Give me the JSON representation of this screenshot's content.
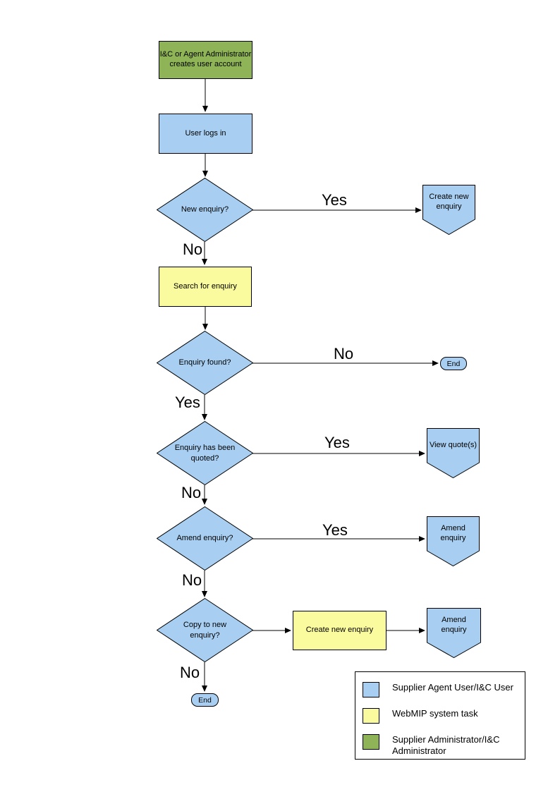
{
  "colors": {
    "user_blue": "#a8cff2",
    "system_yellow": "#fafa9e",
    "admin_green": "#8eb457",
    "outline": "#000000",
    "background": "#ffffff"
  },
  "nodes": {
    "admin_create": "I&C or Agent Administrator creates user account",
    "login": "User logs in",
    "q_new_enquiry": "New enquiry?",
    "create_new_enquiry_pentagon": "Create new enquiry",
    "search_enquiry": "Search for enquiry",
    "q_enquiry_found": "Enquiry found?",
    "end_right": "End",
    "q_quoted": "Enquiry has been quoted?",
    "view_quotes": "View quote(s)",
    "q_amend": "Amend enquiry?",
    "amend_enquiry_1": "Amend enquiry",
    "q_copy": "Copy to new enquiry?",
    "create_new_enquiry_box": "Create new enquiry",
    "amend_enquiry_2": "Amend enquiry",
    "end_bottom": "End"
  },
  "edge_labels": {
    "yes_new_enquiry": "Yes",
    "no_new_enquiry": "No",
    "no_enquiry_found": "No",
    "yes_enquiry_found": "Yes",
    "yes_quoted": "Yes",
    "no_quoted": "No",
    "yes_amend": "Yes",
    "no_amend": "No",
    "no_copy": "No"
  },
  "legend": {
    "items": [
      {
        "color": "#a8cff2",
        "label": "Supplier Agent User/I&C User"
      },
      {
        "color": "#fafa9e",
        "label": "WebMIP system task"
      },
      {
        "color": "#8eb457",
        "label": "Supplier Administrator/I&C Administrator"
      }
    ]
  }
}
